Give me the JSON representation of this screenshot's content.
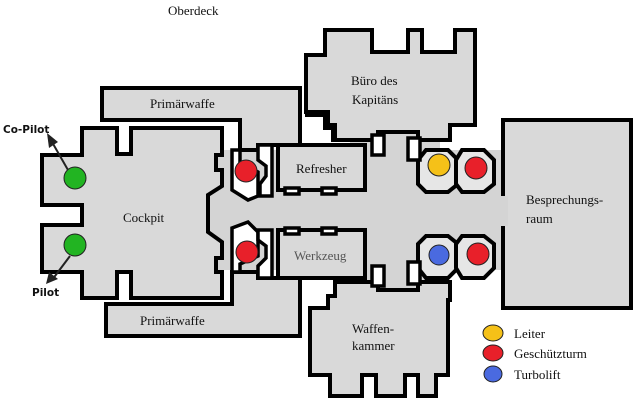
{
  "title": "Oberdeck",
  "rooms": {
    "primary_weapon_top": "Primärwaffe",
    "primary_weapon_bottom": "Primärwaffe",
    "cockpit": "Cockpit",
    "refresher": "Refresher",
    "tools": "Werkzeug",
    "captains_office_line1": "Büro des",
    "captains_office_line2": "Kapitäns",
    "armory_line1": "Waffen-",
    "armory_line2": "kammer",
    "briefing_line1": "Besprechungs-",
    "briefing_line2": "raum"
  },
  "crew": {
    "copilot": "Co-Pilot",
    "pilot": "Pilot"
  },
  "colors": {
    "pilot": "#22b422",
    "ladder": "#f5c118",
    "turret": "#e8202a",
    "turbolift": "#4a6ae0",
    "floor": "#d9d9d9",
    "wall": "#000000"
  },
  "legend": [
    {
      "key": "ladder",
      "label": "Leiter",
      "color": "#f5c118"
    },
    {
      "key": "turret",
      "label": "Geschützturm",
      "color": "#e8202a"
    },
    {
      "key": "turbolift",
      "label": "Turbolift",
      "color": "#4a6ae0"
    }
  ],
  "markers": [
    {
      "type": "pilot-seat",
      "name": "copilot-seat"
    },
    {
      "type": "pilot-seat",
      "name": "pilot-seat"
    },
    {
      "type": "turret",
      "name": "turret-cockpit-upper"
    },
    {
      "type": "turret",
      "name": "turret-cockpit-lower"
    },
    {
      "type": "ladder",
      "name": "ladder"
    },
    {
      "type": "turret",
      "name": "turret-aft-upper"
    },
    {
      "type": "turbolift",
      "name": "turbolift"
    },
    {
      "type": "turret",
      "name": "turret-aft-lower"
    }
  ]
}
